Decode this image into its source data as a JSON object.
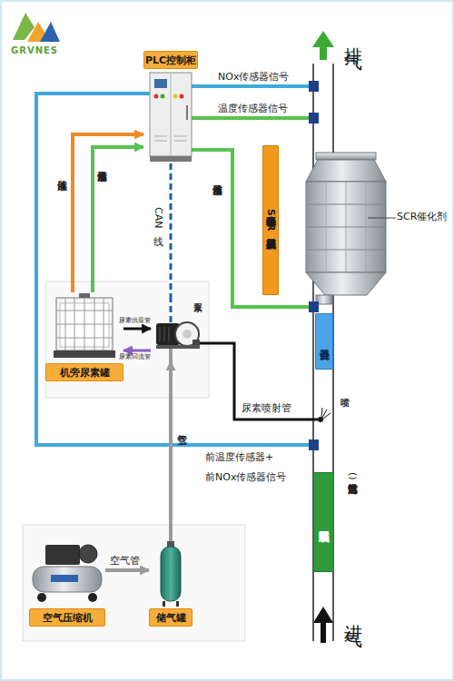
{
  "diagram": {
    "nodes": [
      {
        "text": [
          "PLC控制柜"
        ]
      },
      {
        "text": [
          "绿谷环保SCR脱硝反应器"
        ]
      },
      {
        "text": [
          "机旁尿素罐"
        ]
      },
      {
        "text": [
          "尿素泵"
        ]
      },
      {
        "text": [
          "混合器"
        ]
      },
      {
        "text": [
          "降温装置"
        ]
      },
      {
        "text": [
          "空气压缩机"
        ]
      },
      {
        "text": [
          "储气罐"
        ]
      }
    ],
    "edges": [
      {
        "from": 2,
        "to": 0,
        "label": "液位传感器",
        "arrow": "to"
      },
      {
        "from": 2,
        "to": 0,
        "label": "温度传感器信号",
        "arrow": "to"
      },
      {
        "from": 0,
        "to": 3,
        "label": "CAN线",
        "arrow": "none"
      },
      {
        "from": 2,
        "to": 3,
        "label": "尿素供应管",
        "arrow": "to"
      },
      {
        "from": 3,
        "to": 2,
        "label": "尿素回流管",
        "arrow": "to"
      },
      {
        "from": 7,
        "to": 3,
        "label": "空气管",
        "arrow": "to"
      },
      {
        "from": 6,
        "to": 7,
        "label": "空气管",
        "arrow": "to"
      }
    ],
    "labels": [
      "GRVNES",
      "排气",
      "NOx传感器信号",
      "温度传感器信号",
      "SCR催化剂",
      "温度传感器信号",
      "尿素喷射管",
      "喷嘴",
      "前温度传感器+",
      "前NOx传感器信号",
      "(针对排气温度过高)",
      "进气"
    ]
  }
}
